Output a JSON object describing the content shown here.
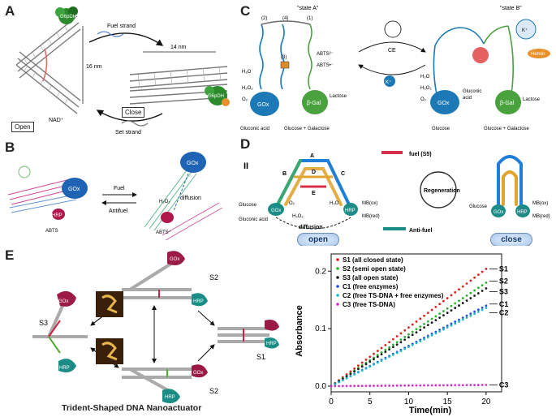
{
  "panels": {
    "a": {
      "label": "A",
      "fuel_strand": "Fuel strand",
      "set_strand": "Set strand",
      "dim_16": "16 nm",
      "dim_14": "14 nm",
      "enzyme": "G6pDH",
      "cofactor": "NAD⁺",
      "state_open": "Open",
      "state_close": "Close"
    },
    "b": {
      "label": "B",
      "gox": "GOx",
      "hrp": "HRP",
      "fuel": "Fuel",
      "antifuel": "Antifuel",
      "diffusion": "diffusion",
      "h2o2": "H₂O₂",
      "abts": "ABTS",
      "abts_ox": "ABTS⁺"
    },
    "c": {
      "label": "C",
      "state_a": "\"state A\"",
      "state_b": "\"state B\"",
      "ce": "CE",
      "kplus": "K⁺",
      "hemin": "Hemin",
      "gox": "GOx",
      "bgal": "β-Gal",
      "h2o2": "H₂O₂",
      "h2o": "H₂O",
      "o2": "O₂",
      "gluconic_acid": "Gluconic acid",
      "gluconic": "Gluconic",
      "acid": "acid",
      "lactose": "Lactose",
      "glucose": "Glucose",
      "glucose_galactose": "Glucose + Galactose",
      "abts2": "ABTS²⁻",
      "abts1": "ABTS•⁻",
      "strands": [
        "(2)",
        "(4)",
        "(1)",
        "(3)"
      ]
    },
    "d": {
      "label": "D",
      "roman": "II",
      "arm_labels": [
        "A",
        "B",
        "C",
        "D",
        "E"
      ],
      "fuel": "fuel (S5)",
      "antifuel": "Anti-fuel",
      "regeneration": "Regeneration",
      "diffusion": "diffusion",
      "open": "open",
      "close": "close",
      "gox": "GOx",
      "hrp": "HRP",
      "glucose": "Glucose",
      "gluconic_acid": "Gluconic acid",
      "o2": "O₂",
      "h2o2": "H₂O₂",
      "h2o": "H₂O",
      "mb_ox": "MB(ox)",
      "mb_red": "MB(red)"
    },
    "e": {
      "label": "E",
      "s1": "S1",
      "s2": "S2",
      "s3": "S3",
      "gox": "GOx",
      "hrp": "HRP",
      "caption": "Trident-Shaped  DNA Nanoactuator"
    }
  },
  "colors": {
    "gox": "#9b1b46",
    "hrp": "#1b8d86",
    "gox_c": "#1d79b5",
    "bgal": "#4aa23e",
    "dna": "#8a8a8a"
  },
  "chart_data": {
    "type": "scatter",
    "xlabel": "Time(min)",
    "ylabel": "Absorbance",
    "xlim": [
      0,
      22
    ],
    "ylim": [
      -0.01,
      0.23
    ],
    "xticks": [
      0,
      5,
      10,
      15,
      20
    ],
    "yticks": [
      0.0,
      0.1,
      0.2
    ],
    "x": [
      0,
      0.5,
      1,
      1.5,
      2,
      2.5,
      3,
      3.5,
      4,
      4.5,
      5,
      5.5,
      6,
      6.5,
      7,
      7.5,
      8,
      8.5,
      9,
      9.5,
      10,
      10.5,
      11,
      11.5,
      12,
      12.5,
      13,
      13.5,
      14,
      14.5,
      15,
      15.5,
      16,
      16.5,
      17,
      17.5,
      18,
      18.5,
      19,
      19.5,
      20
    ],
    "series": [
      {
        "name": "S1 (all closed state)",
        "end_label": "S1",
        "color": "#e02020",
        "slope": 0.0102
      },
      {
        "name": "S2 (semi open state)",
        "end_label": "S2",
        "color": "#25b52a",
        "slope": 0.009
      },
      {
        "name": "S3 (all open state)",
        "end_label": "S3",
        "color": "#1a1a1a",
        "slope": 0.0085
      },
      {
        "name": "C1 (free enzymes)",
        "end_label": "C1",
        "color": "#2050d8",
        "slope": 0.007
      },
      {
        "name": "C2 (free TS-DNA + free enzymes)",
        "end_label": "C2",
        "color": "#1fb7c8",
        "slope": 0.0068
      },
      {
        "name": "C3 (free TS-DNA)",
        "end_label": "C3",
        "color": "#d030c8",
        "slope": 0.0001
      }
    ],
    "legend": "top-left"
  }
}
